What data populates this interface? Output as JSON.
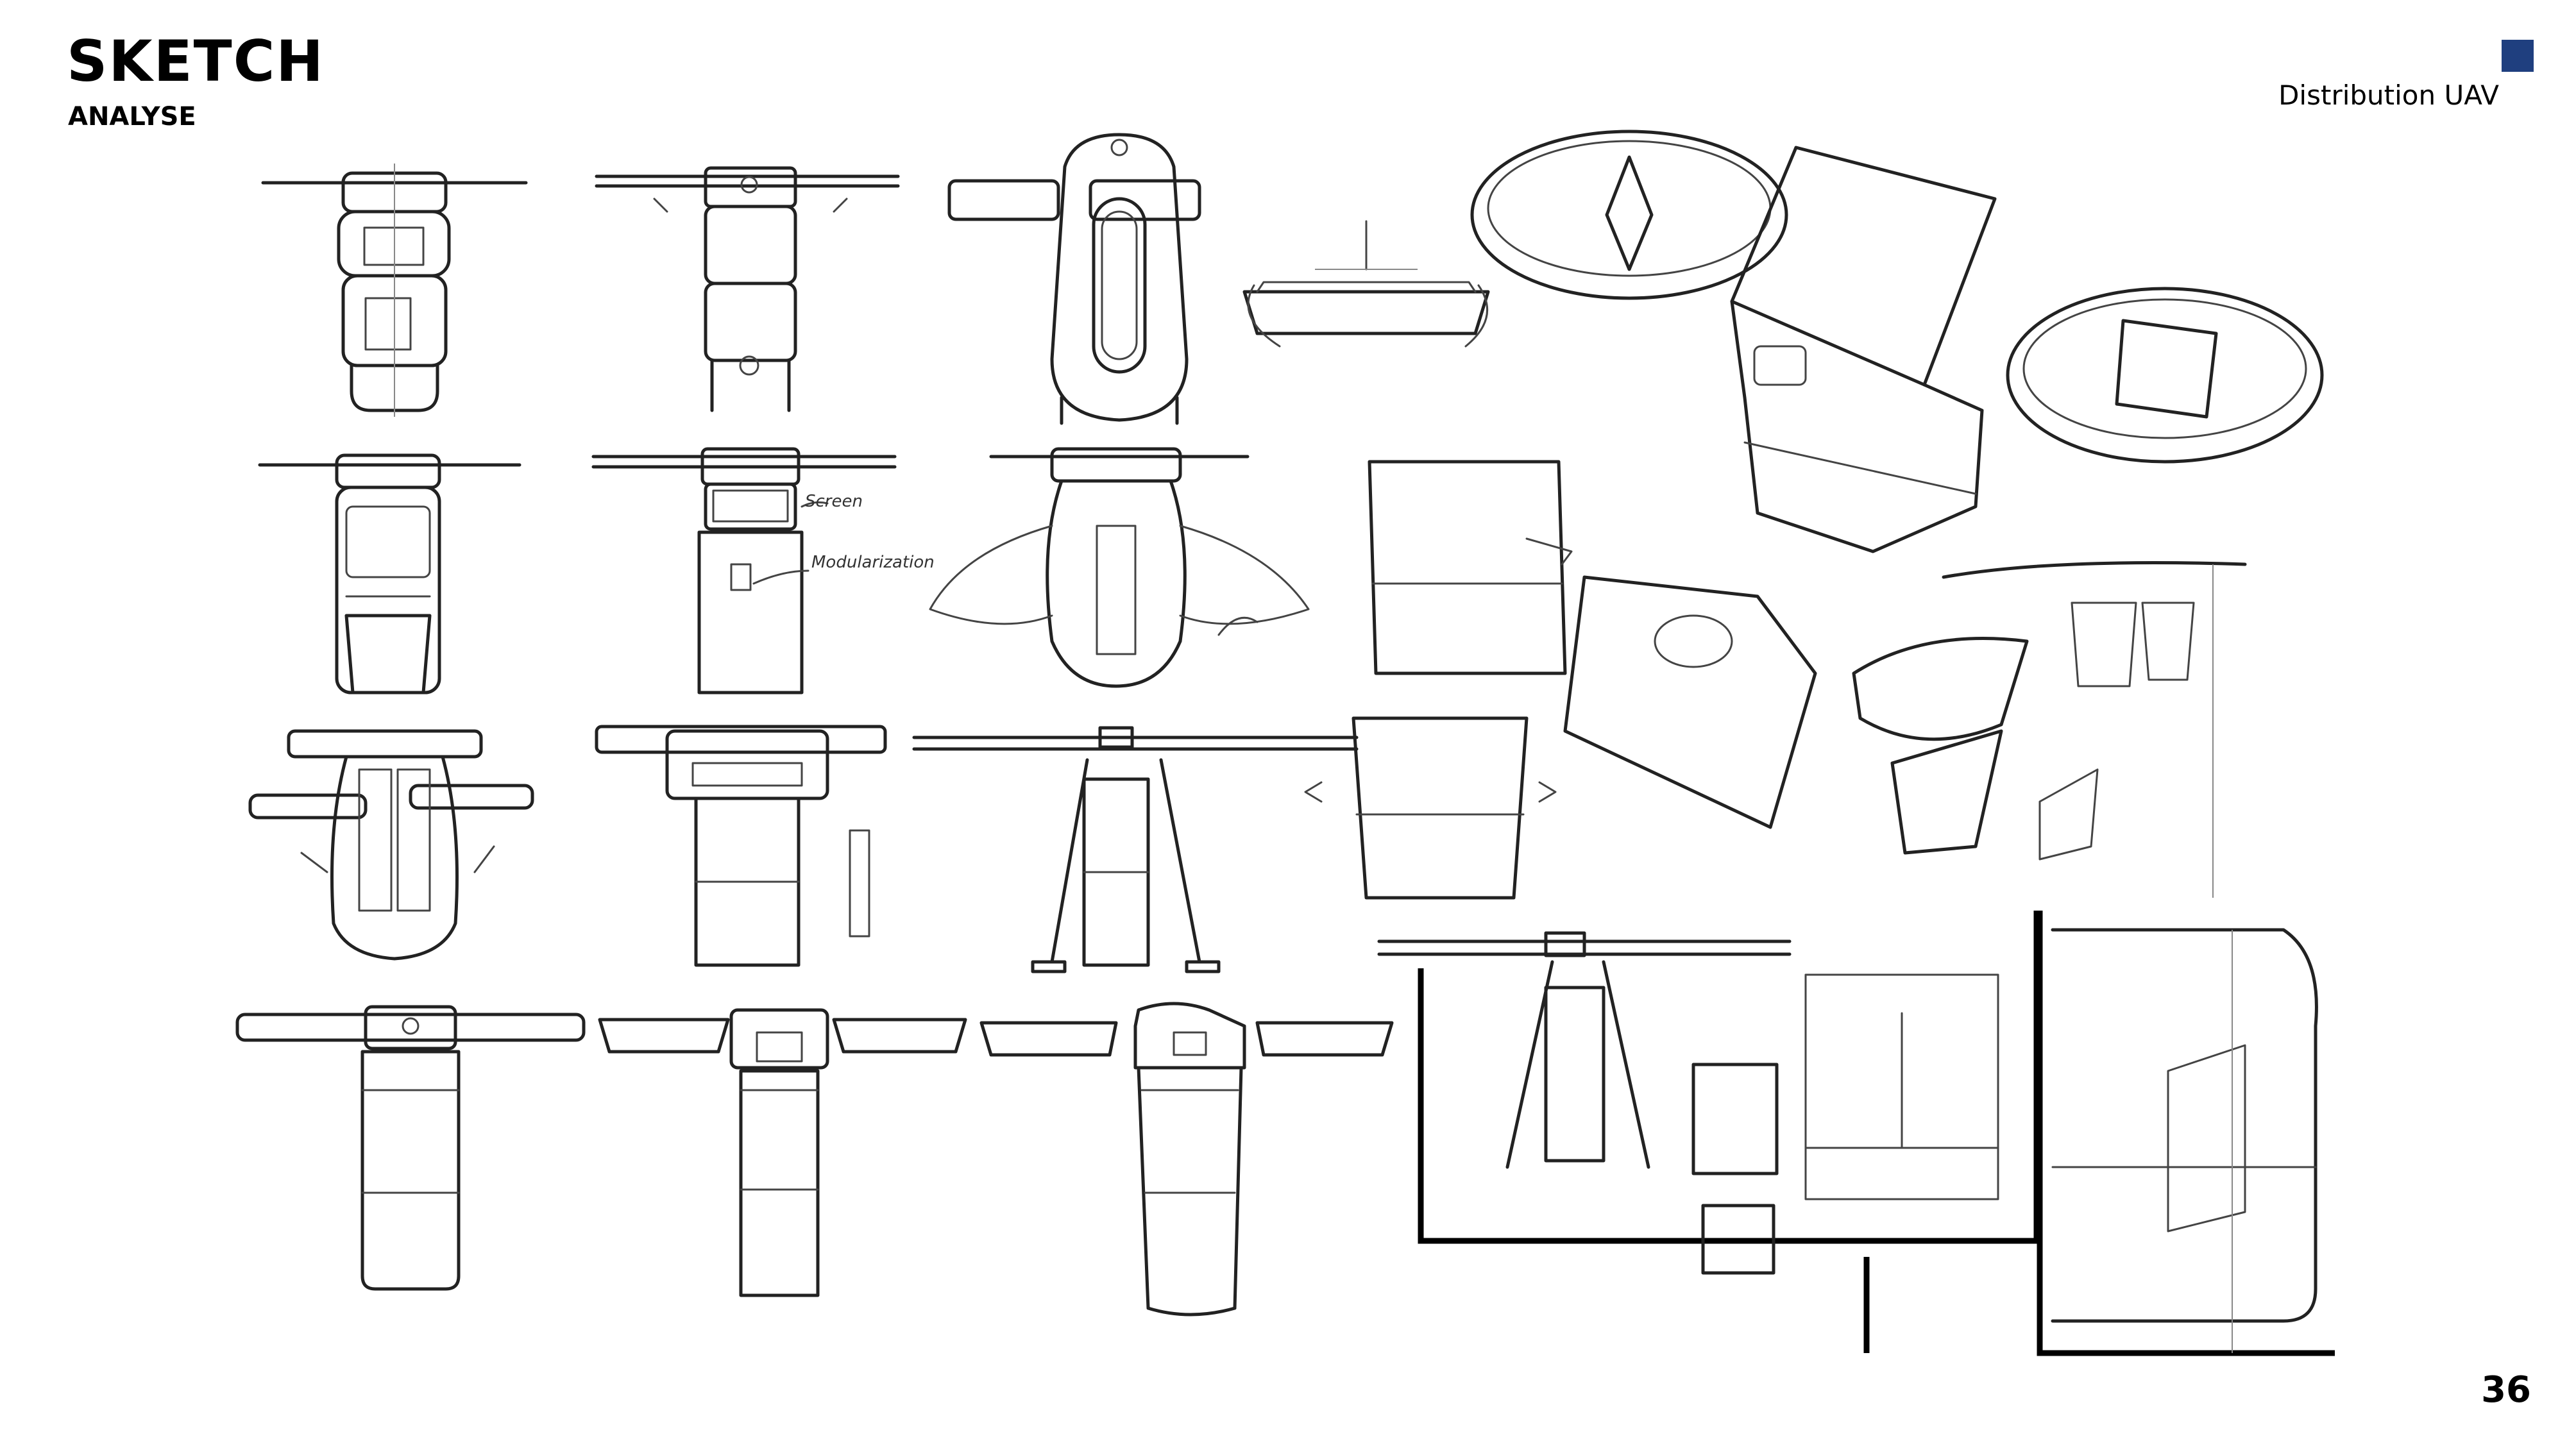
{
  "header": {
    "title": "SKETCH",
    "subtitle": "ANALYSE",
    "project": "Distribution UAV",
    "accent_color": "#1f3f7f"
  },
  "footer": {
    "page_number": "36"
  },
  "sketch": {
    "notes": {
      "screen": "Screen",
      "modularization": "Modularization"
    }
  }
}
